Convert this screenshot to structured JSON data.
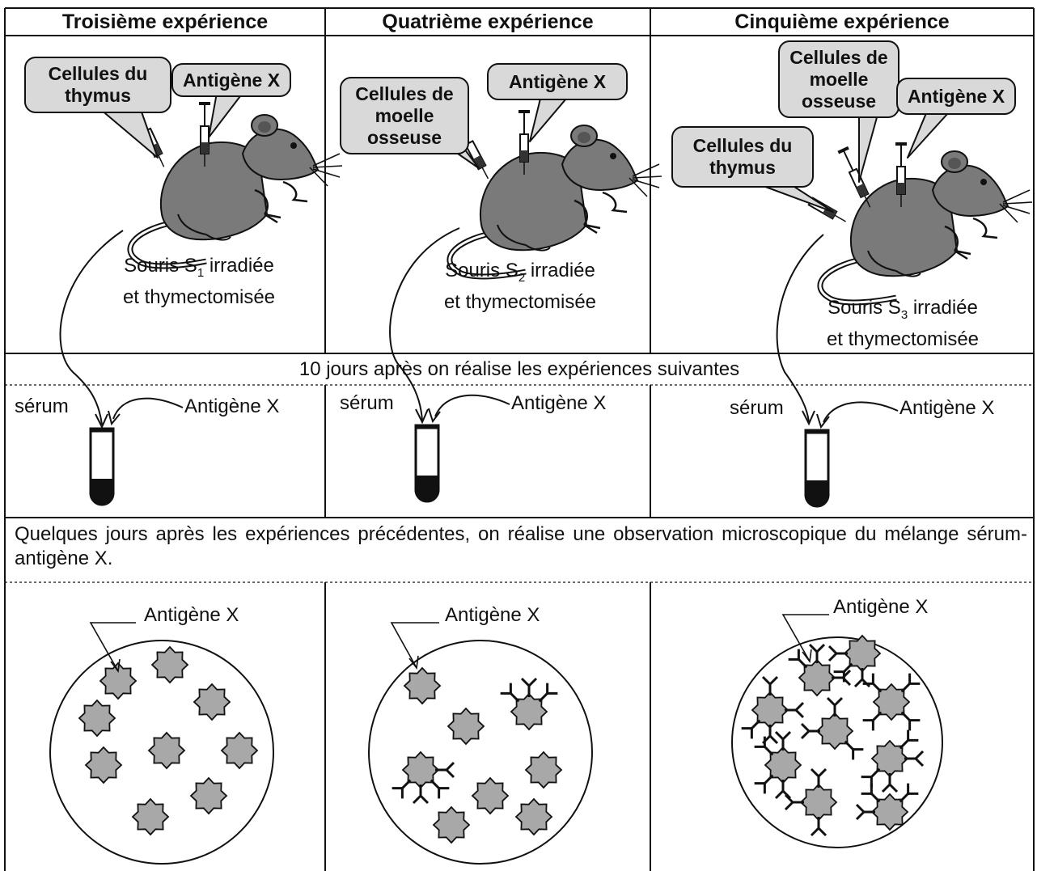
{
  "experiments": [
    {
      "header": "Troisième expérience",
      "injections": [
        "Cellules du thymus",
        "Antigène X"
      ],
      "mouse_name": "Souris S",
      "mouse_index": "1",
      "mouse_state": "irradiée",
      "mouse_state_2": "et thymectomisée",
      "serum_label": "sérum",
      "tube_antigen_label": "Antigène X",
      "micro_label": "Antigène X",
      "antibody_binding": "none"
    },
    {
      "header": "Quatrième expérience",
      "injections": [
        "Cellules de moelle osseuse",
        "Antigène X"
      ],
      "mouse_name": "Souris S",
      "mouse_index": "2",
      "mouse_state": "irradiée",
      "mouse_state_2": "et thymectomisée",
      "serum_label": "sérum",
      "tube_antigen_label": "Antigène X",
      "micro_label": "Antigène X",
      "antibody_binding": "few"
    },
    {
      "header": "Cinquième expérience",
      "injections": [
        "Cellules de moelle osseuse",
        "Antigène X",
        "Cellules du thymus"
      ],
      "mouse_name": "Souris S",
      "mouse_index": "3",
      "mouse_state": "irradiée",
      "mouse_state_2": "et thymectomisée",
      "serum_label": "sérum",
      "tube_antigen_label": "Antigène X",
      "micro_label": "Antigène X",
      "antibody_binding": "many"
    }
  ],
  "row_10_days": "10 jours après on réalise les expériences suivantes",
  "row_observation": "Quelques jours après les expériences précédentes, on réalise une observation microscopique du mélange sérum-antigène X.",
  "colors": {
    "mouse": "#7a7a7a",
    "callout": "#d9d9d9",
    "antigen": "#a8a8a8",
    "line": "#111111"
  }
}
